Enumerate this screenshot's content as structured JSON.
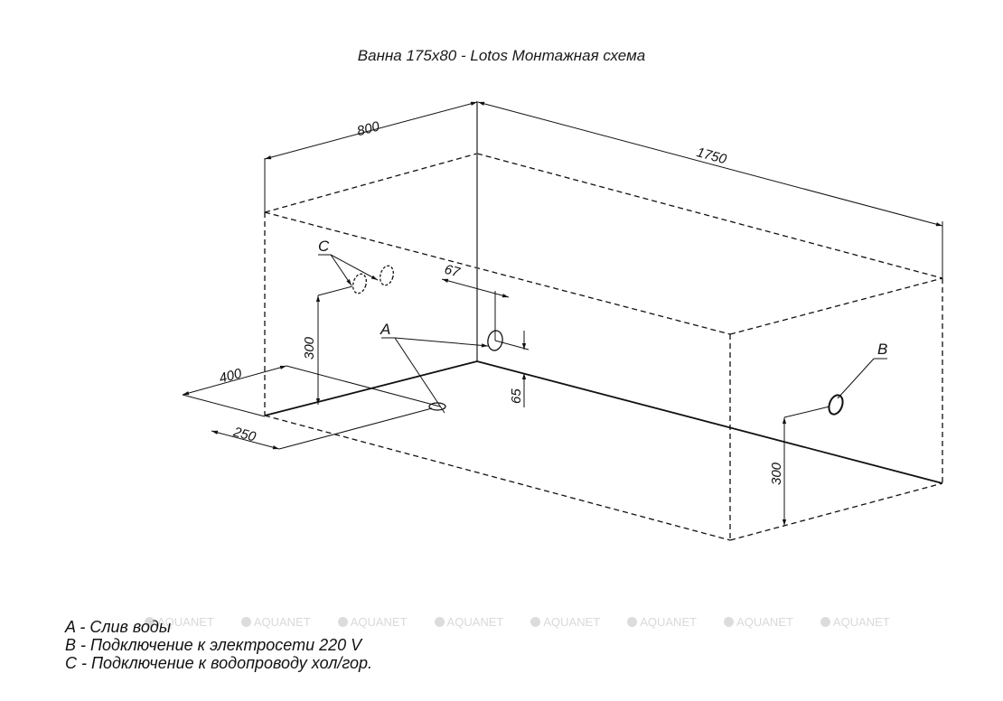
{
  "title": "Ванна 175x80 - Lotos Монтажная схема",
  "dimensions": {
    "width": "800",
    "length": "1750",
    "drain_offset_x": "400",
    "drain_offset_y": "250",
    "water_height": "300",
    "overflow_offset": "67",
    "overflow_height": "65",
    "electric_height": "300"
  },
  "callouts": {
    "a": "A",
    "b": "B",
    "c": "C"
  },
  "legend": [
    "A - Слив воды",
    "B - Подключение к электросети 220 V",
    "C - Подключение к водопроводу хол/гор."
  ],
  "watermark": {
    "text": "AQUANET",
    "count": 8
  },
  "colors": {
    "line": "#111111",
    "background": "#ffffff",
    "watermark": "#d9d9d9"
  }
}
